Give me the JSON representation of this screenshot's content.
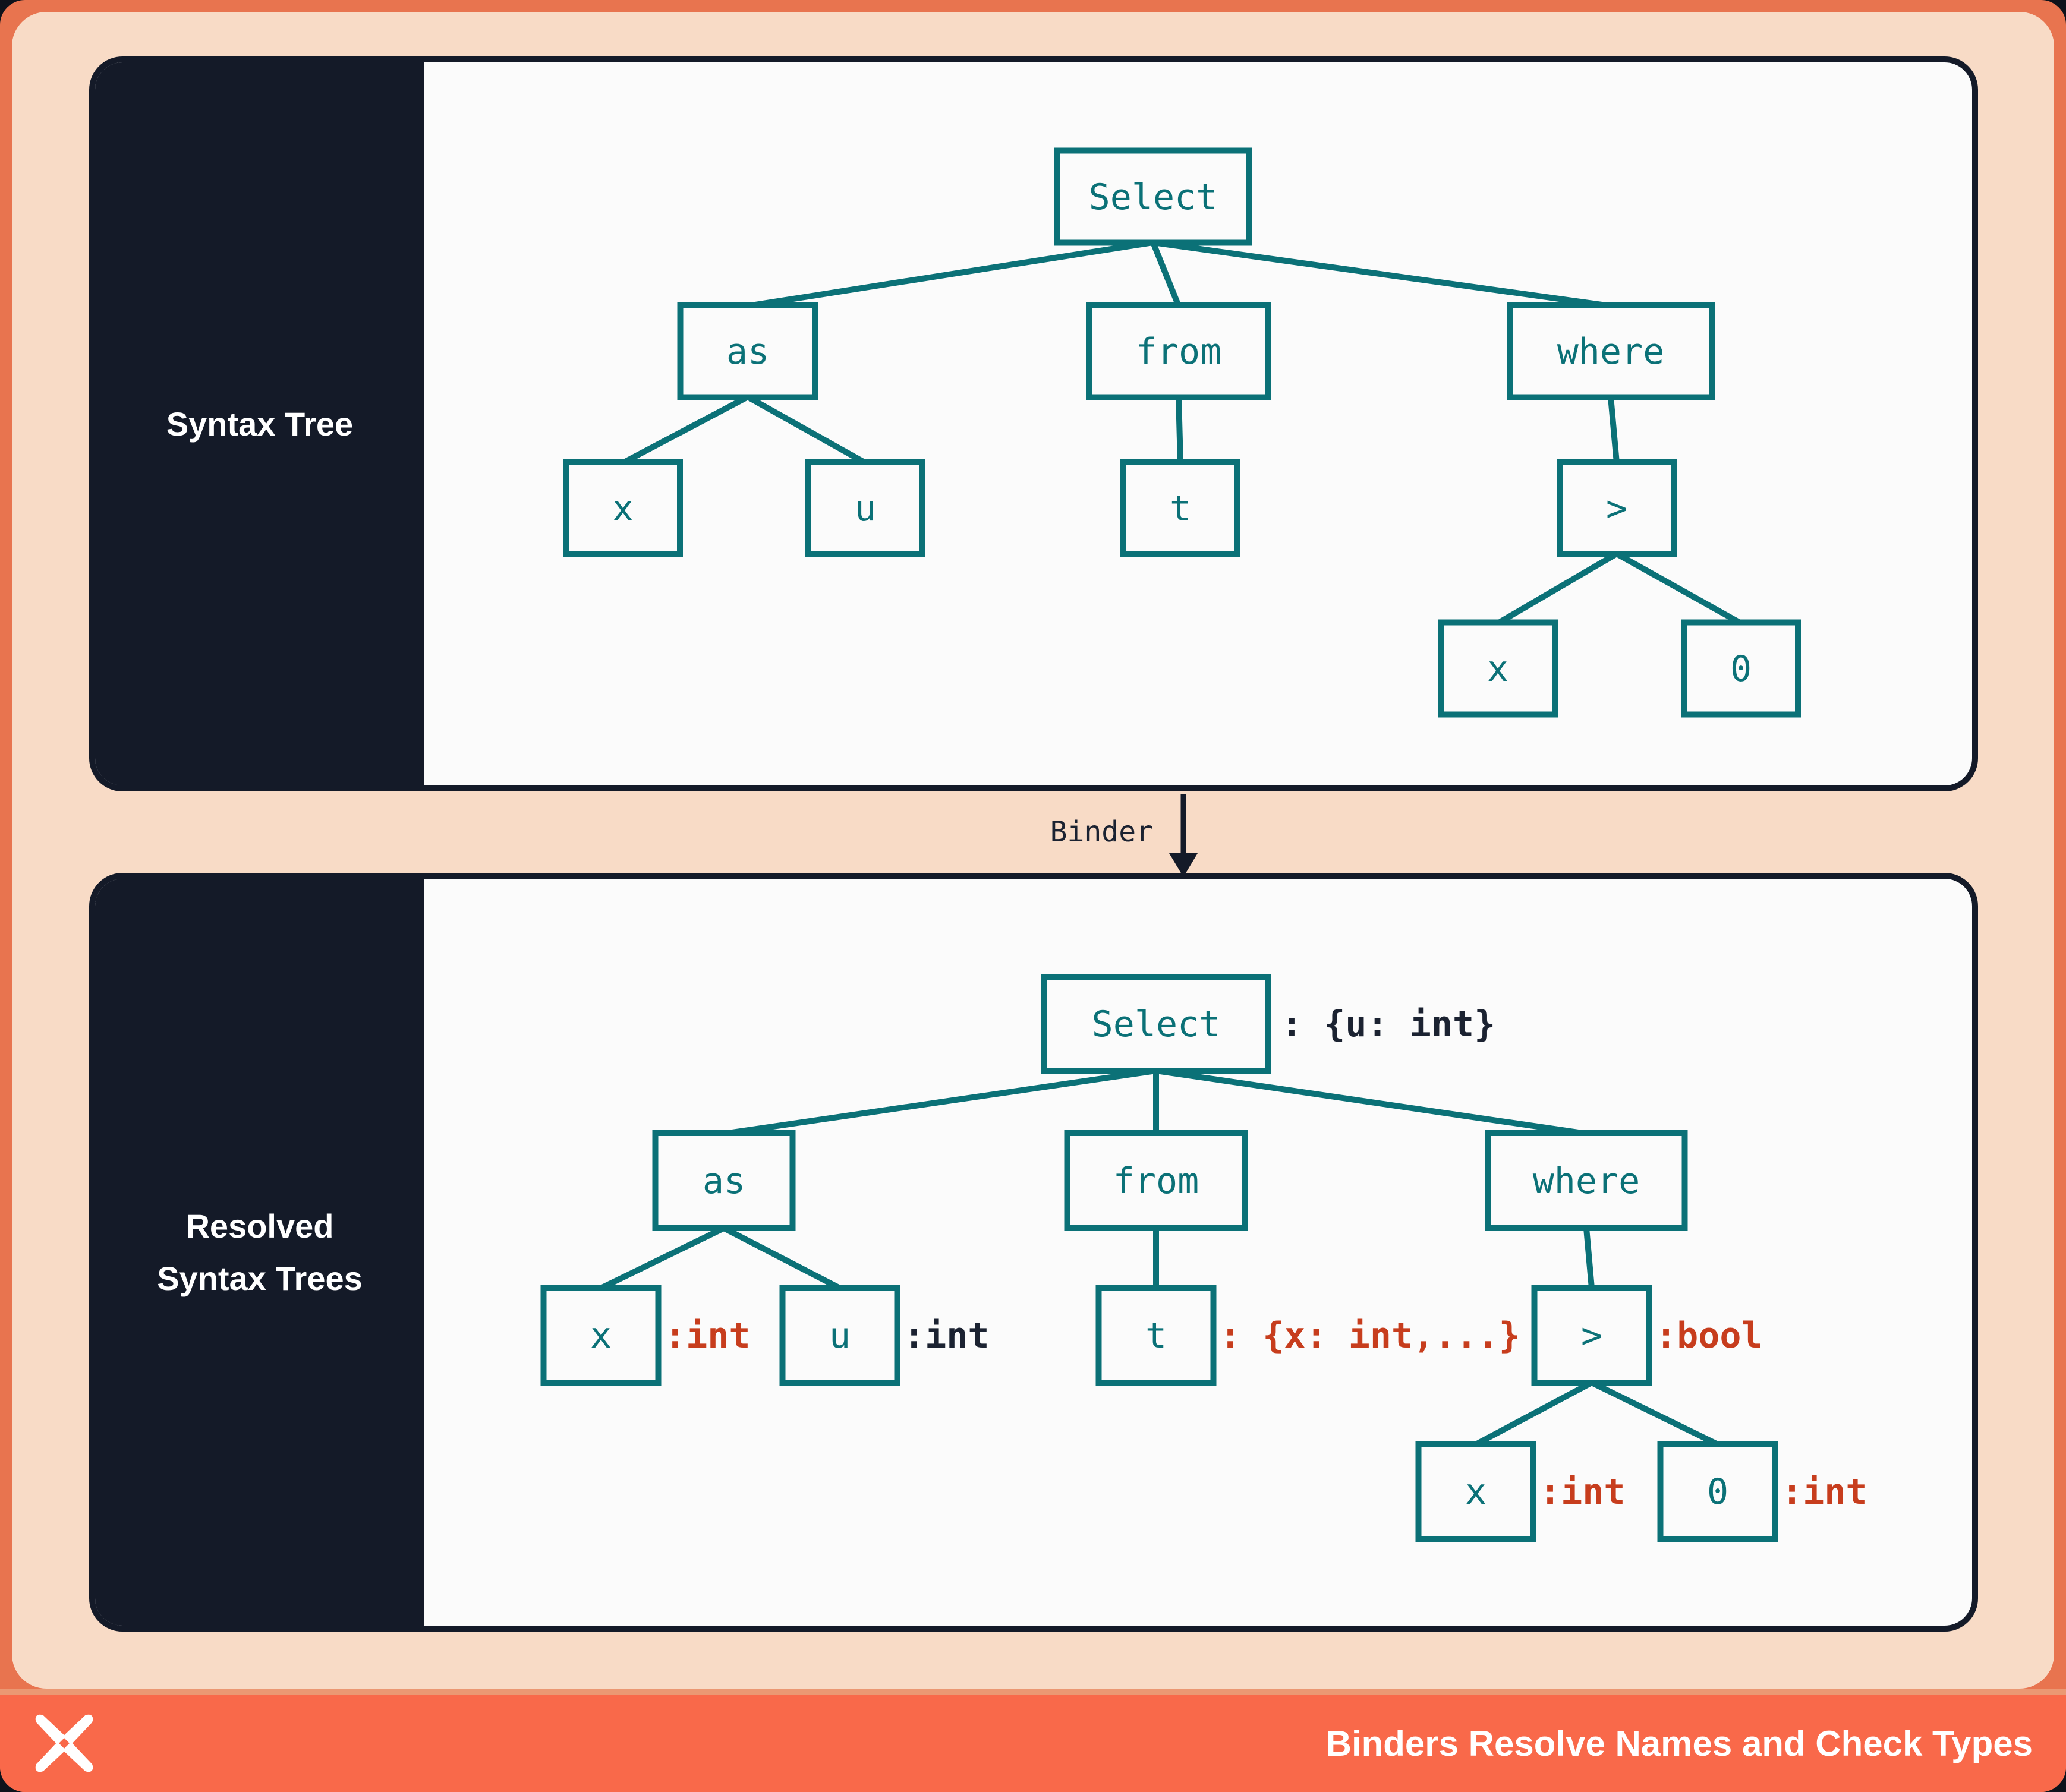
{
  "colors": {
    "teal": "#0B7177",
    "navy": "#141A28",
    "red_orange": "#C73D1D",
    "coral_border": "#E8744F",
    "coral_footer": "#F9694A",
    "peach": "#F8DBC6",
    "panel_bg": "#FBFBFB",
    "white": "#FFFFFF"
  },
  "panel_top": {
    "sidebar_label": "Syntax Tree",
    "tree": {
      "select": "Select",
      "as": "as",
      "from": "from",
      "where": "where",
      "x1": "x",
      "u": "u",
      "t": "t",
      "gt": ">",
      "x2": "x",
      "zero": "0"
    }
  },
  "binder": {
    "label": "Binder"
  },
  "panel_bottom": {
    "sidebar_label_line1": "Resolved",
    "sidebar_label_line2": "Syntax Trees",
    "tree": {
      "select": "Select",
      "select_type": ": {u: int}",
      "as": "as",
      "from": "from",
      "where": "where",
      "x1": "x",
      "x1_type": ":int",
      "u": "u",
      "u_type": ":int",
      "t": "t",
      "t_type": ": {x: int,...}",
      "gt": ">",
      "gt_type": ":bool",
      "x2": "x",
      "x2_type": ":int",
      "zero": "0",
      "zero_type": ":int"
    }
  },
  "footer": {
    "title": "Binders Resolve Names and Check Types",
    "logo": "x-pinwheel-logo"
  }
}
